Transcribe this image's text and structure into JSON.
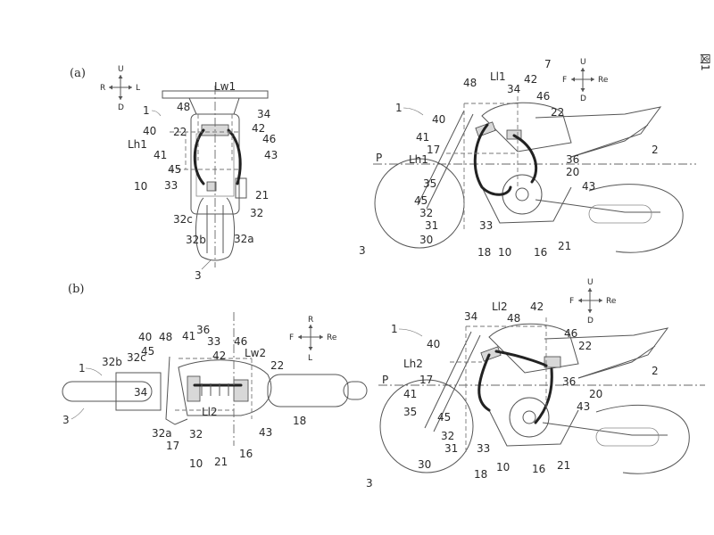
{
  "panels": {
    "a": "(a)",
    "b": "(b)"
  },
  "directions": {
    "a_front": {
      "up": "U",
      "down": "D",
      "right": "R",
      "left": "L"
    },
    "a_side": {
      "up": "U",
      "down": "D",
      "front": "F",
      "rear": "Re"
    },
    "b_top": {
      "right": "R",
      "left": "L",
      "front": "F",
      "rear": "Re"
    },
    "b_side": {
      "up": "U",
      "down": "D",
      "front": "F",
      "rear": "Re"
    }
  },
  "labels": {
    "a_front": {
      "lw1": "Lw1",
      "n1": "1",
      "n48": "48",
      "n34": "34",
      "n40": "40",
      "n22": "22",
      "n42": "42",
      "n46": "46",
      "lh1": "Lh1",
      "n41": "41",
      "n43": "43",
      "n45": "45",
      "n10": "10",
      "n33": "33",
      "n21": "21",
      "n32": "32",
      "n32c": "32c",
      "n32b": "32b",
      "n32a": "32a",
      "n3": "3"
    },
    "a_side": {
      "ll1": "Ll1",
      "n42": "42",
      "n7": "7",
      "n48": "48",
      "n34": "34",
      "n46": "46",
      "n1": "1",
      "n40": "40",
      "n22": "22",
      "n41": "41",
      "n17": "17",
      "p": "P",
      "lh1": "Lh1",
      "n36": "36",
      "n2": "2",
      "n20": "20",
      "n35": "35",
      "n43": "43",
      "n45": "45",
      "n32": "32",
      "n31": "31",
      "n33": "33",
      "n30": "30",
      "n3": "3",
      "n18": "18",
      "n10": "10",
      "n16": "16",
      "n21": "21"
    },
    "b_top": {
      "n36": "36",
      "n40": "40",
      "n48": "48",
      "n41": "41",
      "n33": "33",
      "n46": "46",
      "n45": "45",
      "n32b": "32b",
      "n32c": "32c",
      "n42": "42",
      "lw2": "Lw2",
      "n22": "22",
      "n1": "1",
      "n34": "34",
      "ll2": "Ll2",
      "n18": "18",
      "n3": "3",
      "n32a": "32a",
      "n32": "32",
      "n43": "43",
      "n17": "17",
      "n16": "16",
      "n21": "21",
      "n10": "10"
    },
    "b_side": {
      "ll2": "Ll2",
      "n34": "34",
      "n48": "48",
      "n42": "42",
      "n1": "1",
      "n40": "40",
      "n46": "46",
      "n22": "22",
      "lh2": "Lh2",
      "n2": "2",
      "n17": "17",
      "p": "P",
      "n36": "36",
      "n41": "41",
      "n20": "20",
      "n43": "43",
      "n35": "35",
      "n45": "45",
      "n32": "32",
      "n31": "31",
      "n33": "33",
      "n30": "30",
      "n18": "18",
      "n10": "10",
      "n16": "16",
      "n21": "21",
      "n3": "3"
    }
  },
  "corner_mark": "図1"
}
